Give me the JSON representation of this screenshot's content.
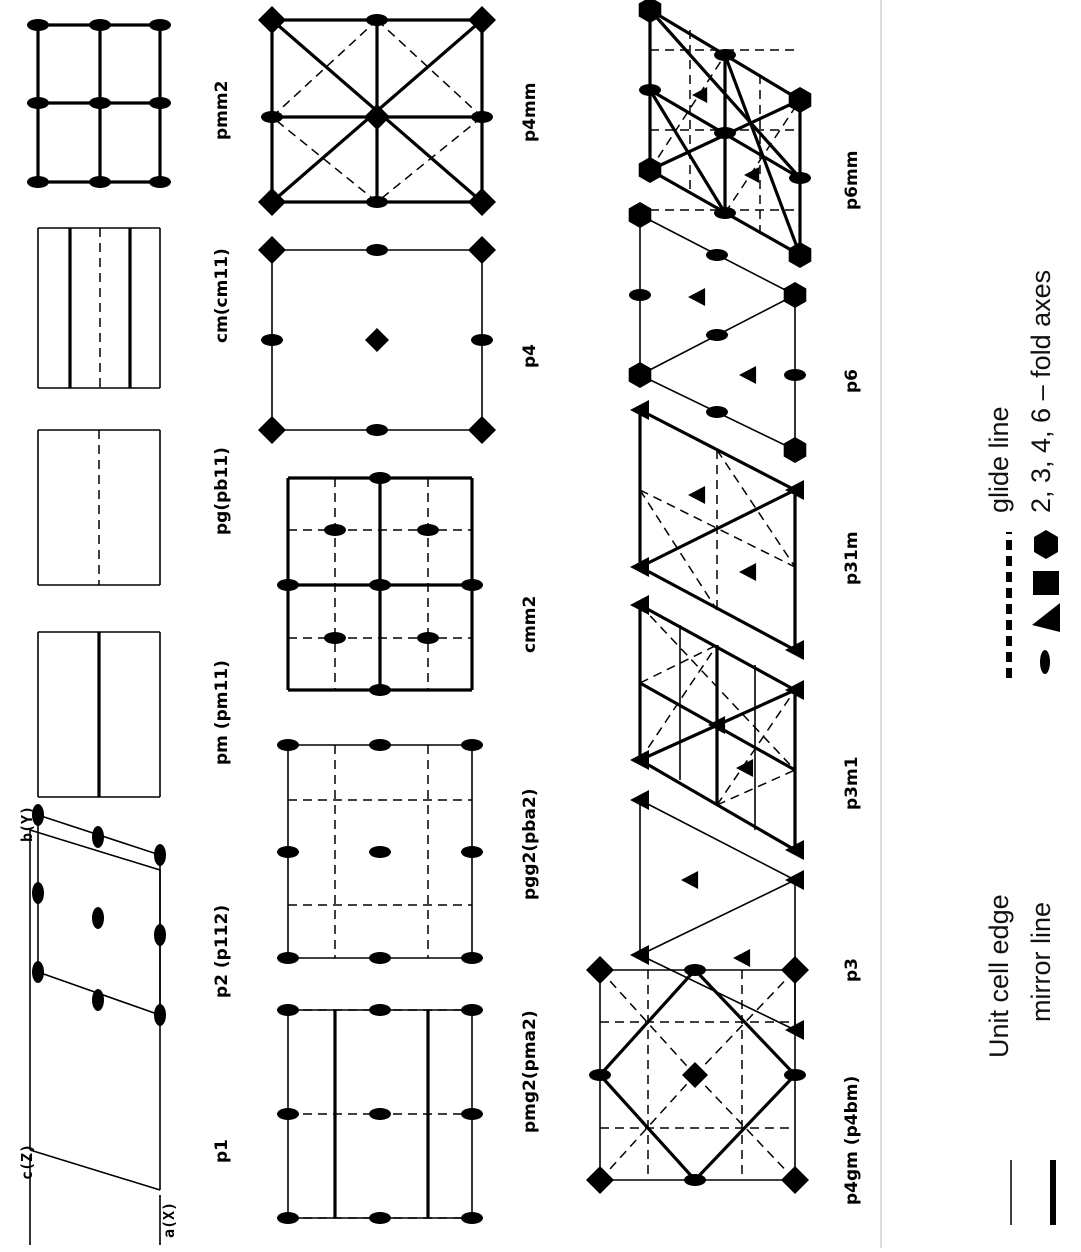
{
  "groups": [
    {
      "id": "p1",
      "label": "p1"
    },
    {
      "id": "p2",
      "label": "p2 (p112)"
    },
    {
      "id": "pm",
      "label": "pm (pm11)"
    },
    {
      "id": "pg",
      "label": "pg(pb11)"
    },
    {
      "id": "cm",
      "label": "cm(cm11)"
    },
    {
      "id": "pmm2",
      "label": "pmm2"
    },
    {
      "id": "pmg2",
      "label": "pmg2(pma2)"
    },
    {
      "id": "pgg2",
      "label": "pgg2(pba2)"
    },
    {
      "id": "cmm2",
      "label": "cmm2"
    },
    {
      "id": "p4",
      "label": "p4"
    },
    {
      "id": "p4mm",
      "label": "p4mm"
    },
    {
      "id": "p4gm",
      "label": "p4gm (p4bm)"
    },
    {
      "id": "p3",
      "label": "p3"
    },
    {
      "id": "p3m1",
      "label": "p3m1"
    },
    {
      "id": "p31m",
      "label": "p31m"
    },
    {
      "id": "p6",
      "label": "p6"
    },
    {
      "id": "p6mm",
      "label": "p6mm"
    }
  ],
  "axes": {
    "a": "a(X)",
    "b": "b(Y)",
    "c": "c(Z)"
  },
  "legend": {
    "unit_cell_edge": "Unit cell edge",
    "mirror_line": "mirror line",
    "glide_line": "glide line",
    "fold_axes": "2, 3, 4, 6 – fold axes"
  }
}
